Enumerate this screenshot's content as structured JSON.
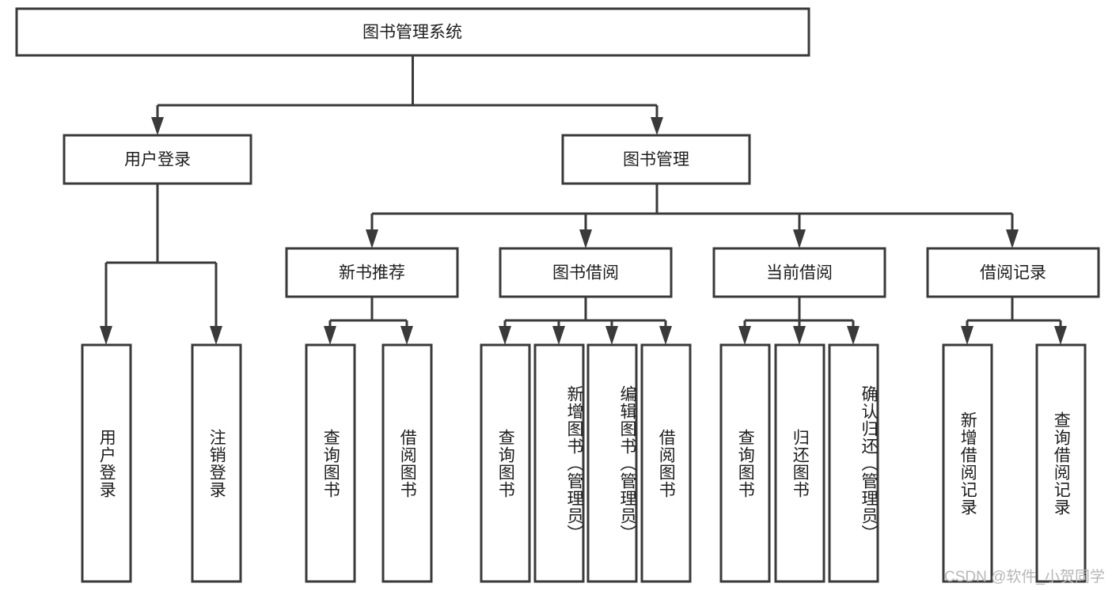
{
  "diagram": {
    "type": "tree-hierarchy-chart",
    "title": "图书管理系统",
    "orientation": "top-down",
    "colors": {
      "box_stroke": "#3a3a3a",
      "box_fill": "#ffffff",
      "text": "#1d1d1d",
      "background": "#ffffff",
      "watermark": "#b6b6b6"
    },
    "levels": {
      "root": {
        "label": "图书管理系统"
      },
      "level2": [
        {
          "label": "用户登录"
        },
        {
          "label": "图书管理"
        }
      ],
      "level3": [
        {
          "label": "新书推荐"
        },
        {
          "label": "图书借阅"
        },
        {
          "label": "当前借阅"
        },
        {
          "label": "借阅记录"
        }
      ],
      "leaves": {
        "user_login": [
          {
            "label": "用户登录"
          },
          {
            "label": "注销登录"
          }
        ],
        "new_book_recommend": [
          {
            "label": "查询图书"
          },
          {
            "label": "借阅图书"
          }
        ],
        "book_borrow": [
          {
            "label": "查询图书"
          },
          {
            "label": "新增图书（管理员）"
          },
          {
            "label": "编辑图书（管理员）"
          },
          {
            "label": "借阅图书"
          }
        ],
        "current_borrow": [
          {
            "label": "查询图书"
          },
          {
            "label": "归还图书"
          },
          {
            "label": "确认归还（管理员）"
          }
        ],
        "borrow_record": [
          {
            "label": "新增借阅记录"
          },
          {
            "label": "查询借阅记录"
          }
        ]
      }
    }
  },
  "watermark": {
    "text": "CSDN @软件_小贺同学"
  }
}
